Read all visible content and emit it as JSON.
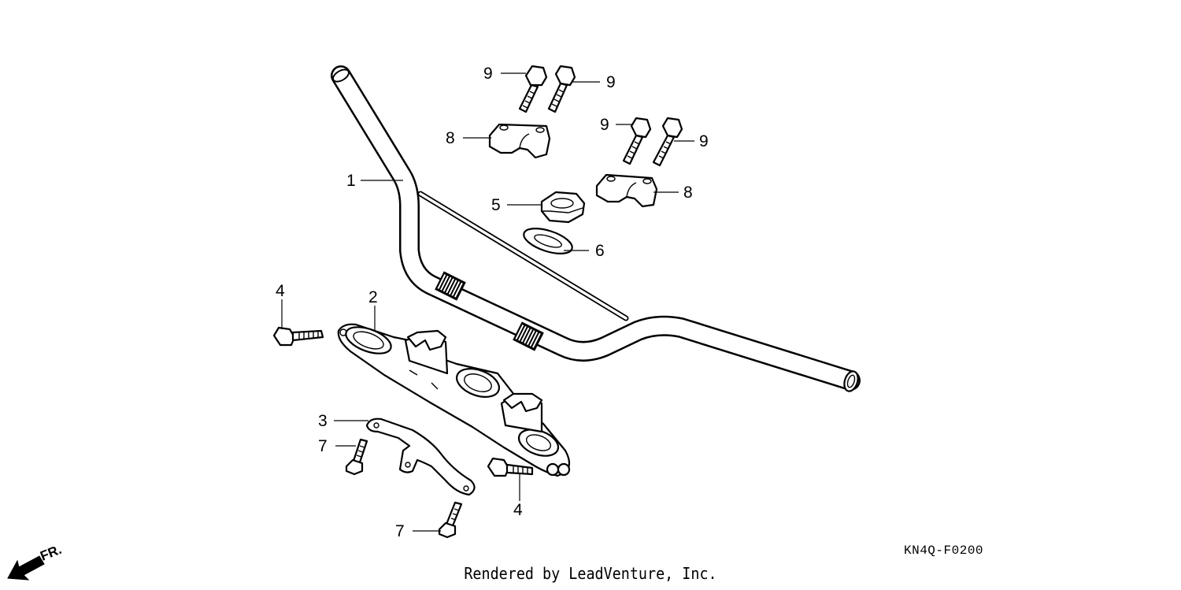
{
  "diagram": {
    "callouts": {
      "p1": "1",
      "p2": "2",
      "p3": "3",
      "p4a": "4",
      "p4b": "4",
      "p5": "5",
      "p6": "6",
      "p7a": "7",
      "p7b": "7",
      "p8a": "8",
      "p8b": "8",
      "p9a": "9",
      "p9b": "9",
      "p9c": "9",
      "p9d": "9"
    },
    "direction_label": "FR.",
    "diagram_code": "KN4Q-F0200",
    "credit": "Rendered by LeadVenture, Inc."
  }
}
